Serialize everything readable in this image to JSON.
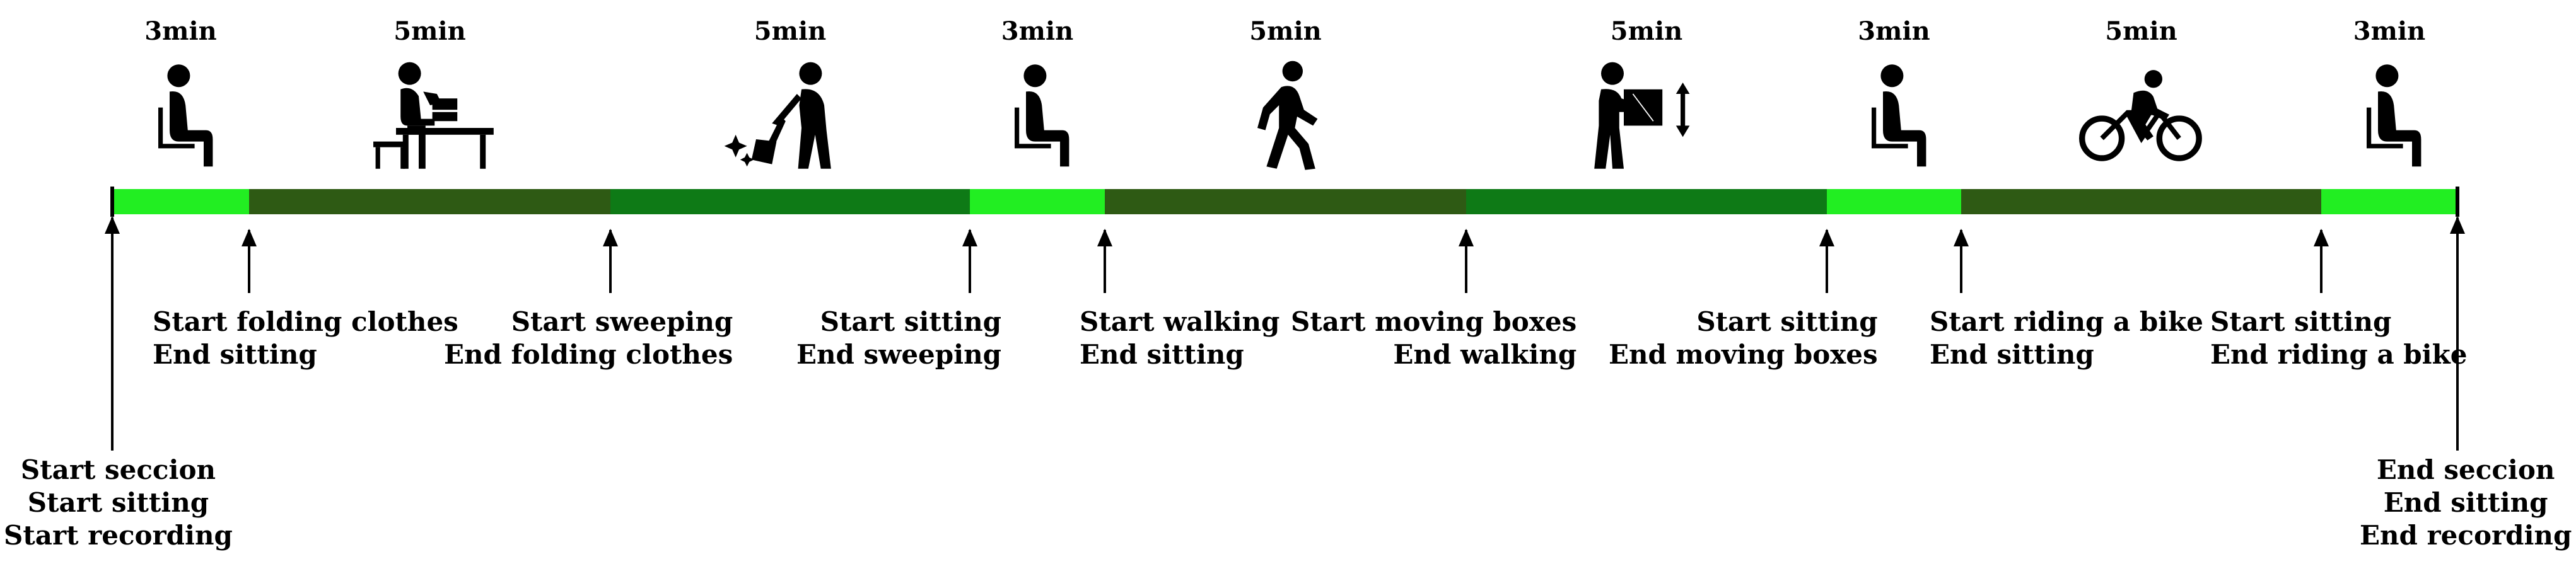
{
  "phases": [
    {
      "duration": "3min",
      "activity": "sitting",
      "icon": "sitting-person-icon",
      "color": "#22ee22"
    },
    {
      "duration": "5min",
      "activity": "folding clothes",
      "icon": "folding-clothes-icon",
      "color": "#2e5a14"
    },
    {
      "duration": "5min",
      "activity": "sweeping",
      "icon": "sweeping-person-icon",
      "color": "#0e7a16"
    },
    {
      "duration": "3min",
      "activity": "sitting",
      "icon": "sitting-person-icon",
      "color": "#22ee22"
    },
    {
      "duration": "5min",
      "activity": "walking",
      "icon": "walking-person-icon",
      "color": "#2e5a14"
    },
    {
      "duration": "5min",
      "activity": "moving boxes",
      "icon": "moving-boxes-icon",
      "color": "#0e7a16"
    },
    {
      "duration": "3min",
      "activity": "sitting",
      "icon": "sitting-person-icon",
      "color": "#22ee22"
    },
    {
      "duration": "5min",
      "activity": "riding a bike",
      "icon": "bike-rider-icon",
      "color": "#2e5a14"
    },
    {
      "duration": "3min",
      "activity": "sitting",
      "icon": "sitting-person-icon",
      "color": "#22ee22"
    }
  ],
  "events": [
    {
      "lines": [
        "Start seccion",
        "Start sitting",
        "Start recording"
      ]
    },
    {
      "lines": [
        "Start folding clothes",
        "End sitting"
      ]
    },
    {
      "lines": [
        "Start sweeping",
        "End folding clothes"
      ]
    },
    {
      "lines": [
        "Start sitting",
        "End sweeping"
      ]
    },
    {
      "lines": [
        "Start walking",
        "End sitting"
      ]
    },
    {
      "lines": [
        "Start moving boxes",
        "End walking"
      ]
    },
    {
      "lines": [
        "Start sitting",
        "End moving boxes"
      ]
    },
    {
      "lines": [
        "Start riding a bike",
        "End sitting"
      ]
    },
    {
      "lines": [
        "Start sitting",
        "End riding a bike"
      ]
    },
    {
      "lines": [
        "End seccion",
        "End sitting",
        "End recording"
      ]
    }
  ]
}
